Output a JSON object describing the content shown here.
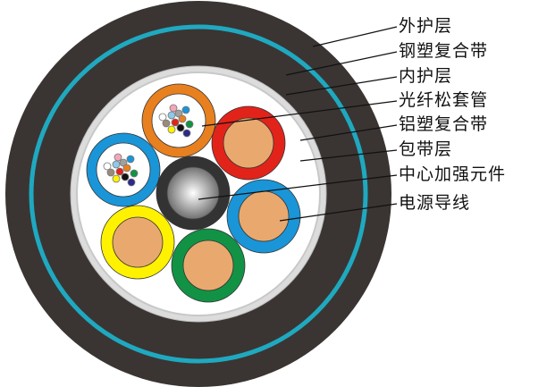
{
  "labels": [
    "外护层",
    "钢塑复合带",
    "内护层",
    "光纤松套管",
    "铝塑复合带",
    "包带层",
    "中心加强元件",
    "电源导线"
  ],
  "colors": {
    "sheath": "#3a3533",
    "teal": "#1fa9c0",
    "tape": "#d9d9d9",
    "copper": "#e9a96e",
    "orange": "#e8801f",
    "red": "#e2231a",
    "blue": "#1a95d8",
    "yellow": "#fff200",
    "green": "#129245"
  }
}
